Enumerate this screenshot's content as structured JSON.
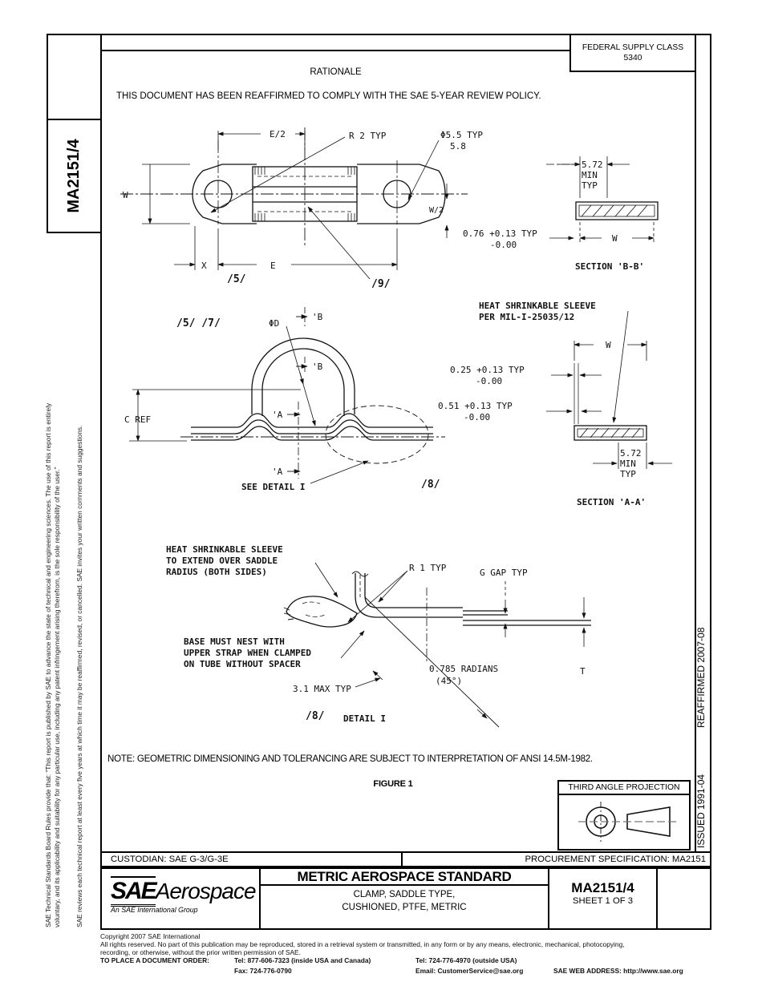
{
  "header": {
    "fsc_line1": "FEDERAL SUPPLY CLASS",
    "fsc_line2": "5340",
    "rationale_title": "RATIONALE",
    "rationale_body": "THIS DOCUMENT HAS BEEN REAFFIRMED TO COMPLY WITH THE SAE 5-YEAR REVIEW POLICY.",
    "doc_tab": "MA2151/4"
  },
  "margins": {
    "disclaimer_line1": "SAE Technical Standards Board Rules provide that: “This report is published by SAE to advance the state of technical and engineering sciences. The use of this report is entirely",
    "disclaimer_line2": "voluntary, and its applicability and suitability for any particular use, including any patent infringement arising therefrom, is the sole responsibility of the user.”",
    "review_note": "SAE reviews each technical report at least every five years at which time it may be reaffirmed, revised, or cancelled. SAE invites your written comments and suggestions.",
    "reaffirmed": "REAFFIRMED 2007-08",
    "issued": "ISSUED 1991-04"
  },
  "fig": {
    "top": {
      "e2": "E/2",
      "r2": "R 2 TYP",
      "dia1": "Φ5.5 TYP",
      "dia2": "5.8",
      "w": "W",
      "w2": "W/2",
      "x": "X",
      "e": "E",
      "f5": "/5/",
      "f9": "/9/",
      "tol1": "0.76 +0.13 TYP",
      "tol1b": "-0.00"
    },
    "bb": {
      "d1": "5.72",
      "d2": "MIN",
      "d3": "TYP",
      "w": "W",
      "cap": "SECTION 'B-B'"
    },
    "side": {
      "flags": "/5/ /7/",
      "phid": "ΦD",
      "b": "'B",
      "a": "'A",
      "cref": "C REF",
      "see": "SEE DETAIL I",
      "f8": "/8/",
      "tol025": "0.25 +0.13 TYP",
      "tol025b": "-0.00",
      "tol051": "0.51 +0.13 TYP",
      "tol051b": "-0.00",
      "hs1": "HEAT SHRINKABLE SLEEVE",
      "hs2": "PER MIL-I-25035/12"
    },
    "aa": {
      "w": "W",
      "d1": "5.72",
      "d2": "MIN",
      "d3": "TYP",
      "cap": "SECTION 'A-A'"
    },
    "detail": {
      "s1": "HEAT SHRINKABLE SLEEVE",
      "s2": "TO EXTEND OVER SADDLE",
      "s3": "RADIUS (BOTH SIDES)",
      "r1": "R 1 TYP",
      "n1": "BASE MUST NEST WITH",
      "n2": "UPPER STRAP WHEN CLAMPED",
      "n3": "ON TUBE WITHOUT SPACER",
      "max": "3.1 MAX TYP",
      "f8": "/8/",
      "cap": "DETAIL I",
      "rad1": "0.785 RADIANS",
      "rad2": "(45°)",
      "gap": "G GAP TYP",
      "t": "T"
    },
    "note": "NOTE:  GEOMETRIC DIMENSIONING AND TOLERANCING ARE SUBJECT TO INTERPRETATION OF ANSI 14.5M-1982.",
    "caption": "FIGURE 1",
    "third_angle": "THIRD ANGLE PROJECTION"
  },
  "title_block": {
    "custodian": "CUSTODIAN:  SAE G-3/G-3E",
    "procurement": "PROCUREMENT SPECIFICATION:  MA2151",
    "standard_type": "METRIC AEROSPACE STANDARD",
    "title_line1": "CLAMP, SADDLE TYPE,",
    "title_line2": "CUSHIONED, PTFE, METRIC",
    "doc_number": "MA2151/4",
    "sheet": "SHEET 1 OF 3",
    "logo_sae": "SAE",
    "logo_aerospace": "Aerospace",
    "logo_sub": "An SAE International Group"
  },
  "footer": {
    "copyright": "Copyright 2007 SAE International",
    "rights1": "All rights reserved. No part of this publication may be reproduced, stored in a retrieval system or transmitted, in any form or by any means, electronic, mechanical, photocopying,",
    "rights2": "recording, or otherwise, without the prior written permission of SAE.",
    "order_label": "TO PLACE A DOCUMENT ORDER:",
    "tel_inside": "Tel: 877-606-7323 (inside USA and Canada)",
    "tel_outside": "Tel: 724-776-4970 (outside USA)",
    "fax": "Fax: 724-776-0790",
    "email": "Email:  CustomerService@sae.org",
    "web": "SAE WEB ADDRESS: http://www.sae.org"
  }
}
